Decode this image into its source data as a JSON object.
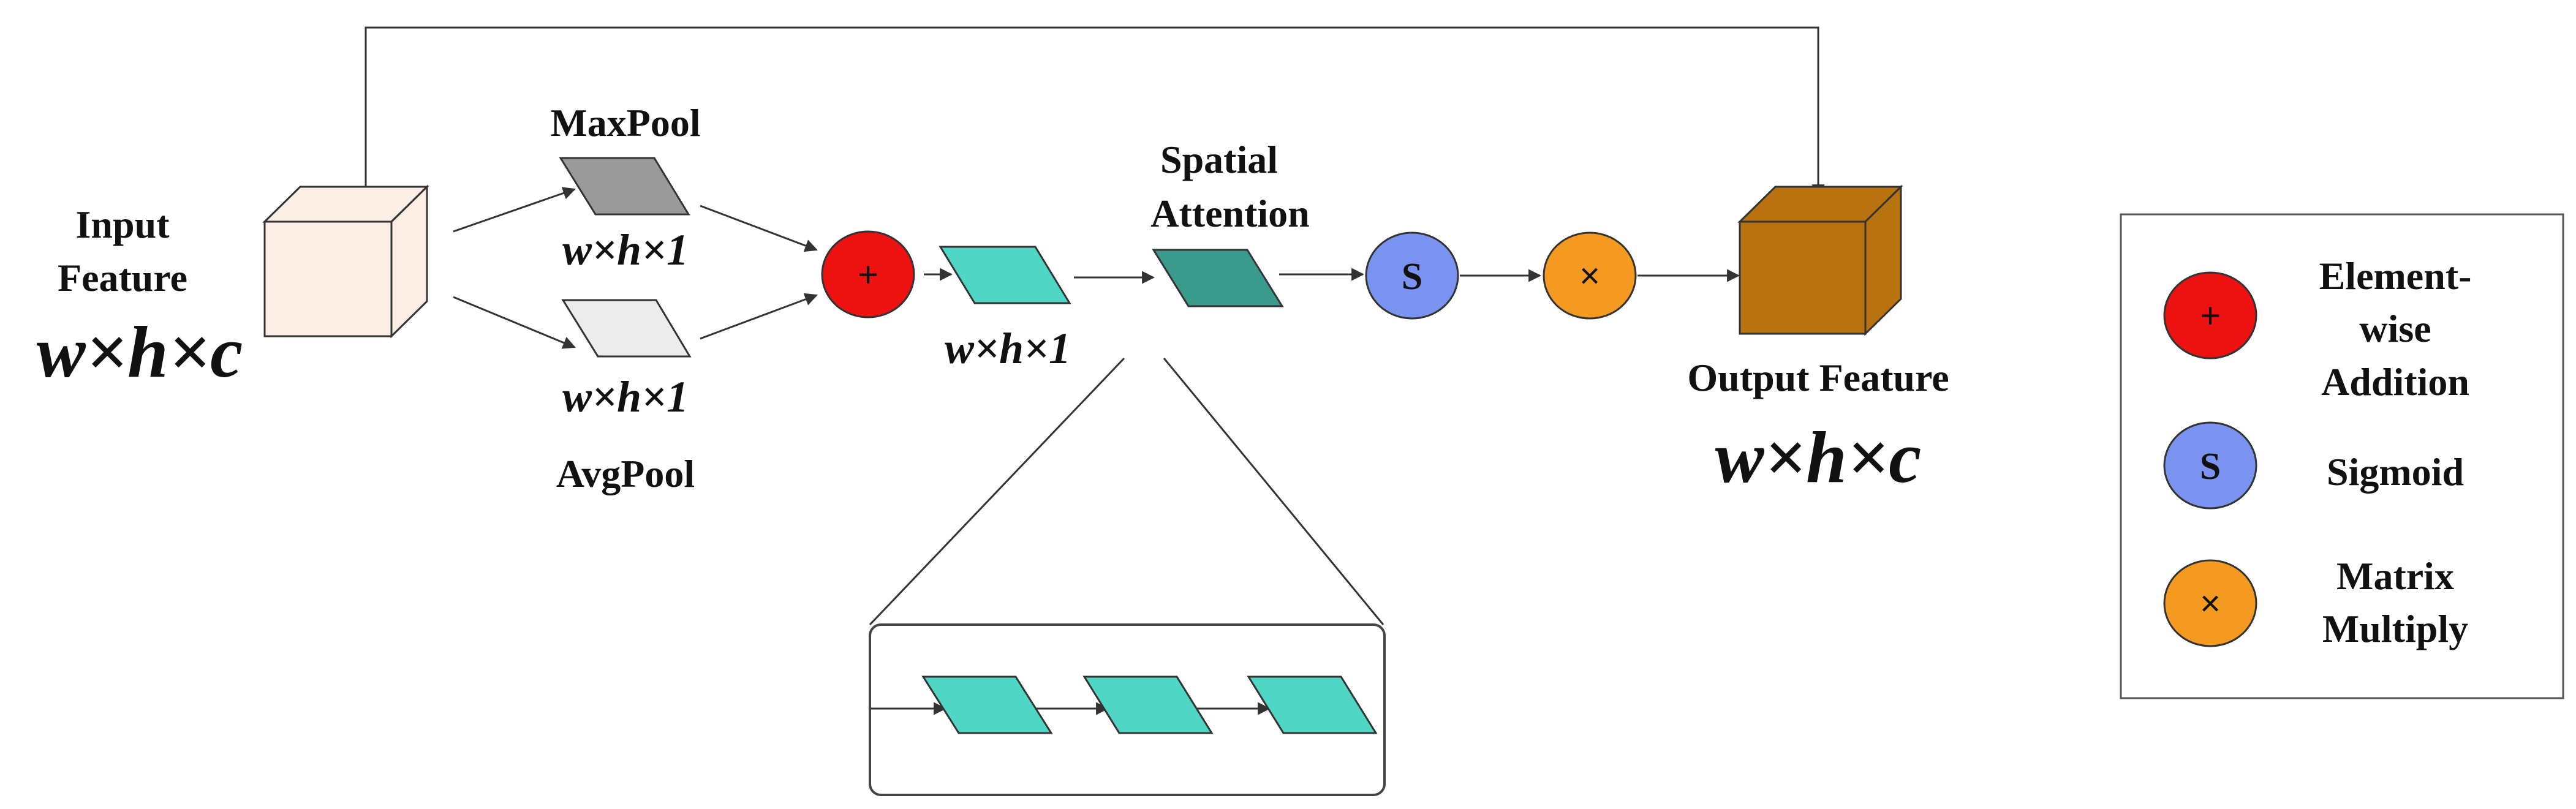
{
  "diagram": {
    "input": {
      "line1": "Input",
      "line2": "Feature",
      "dims": "w×h×c"
    },
    "maxpool": {
      "label": "MaxPool",
      "dims": "w×h×1"
    },
    "avgpool": {
      "label": "AvgPool",
      "dims": "w×h×1"
    },
    "merged_dims": "w×h×1",
    "spatial": {
      "line1": "Spatial",
      "line2": "Attention"
    },
    "output": {
      "label": "Output Feature",
      "dims": "w×h×c"
    },
    "ops": {
      "add": "+",
      "sigmoid": "S",
      "multiply": "×"
    }
  },
  "legend": {
    "items": [
      {
        "symbol": "+",
        "lines": [
          "Element-",
          "wise",
          "Addition"
        ]
      },
      {
        "symbol": "S",
        "lines": [
          "Sigmoid"
        ]
      },
      {
        "symbol": "×",
        "lines": [
          "Matrix",
          "Multiply"
        ]
      }
    ]
  },
  "colors": {
    "input_cube": "#fdeee6",
    "output_cube": "#b8720f",
    "maxpool": "#9a9a9a",
    "avgpool": "#ececec",
    "teal_light": "#4fd6c4",
    "teal_dark": "#3a9a8c",
    "add": "#ee1111",
    "sigmoid": "#7a93f0",
    "multiply": "#f59a20"
  }
}
